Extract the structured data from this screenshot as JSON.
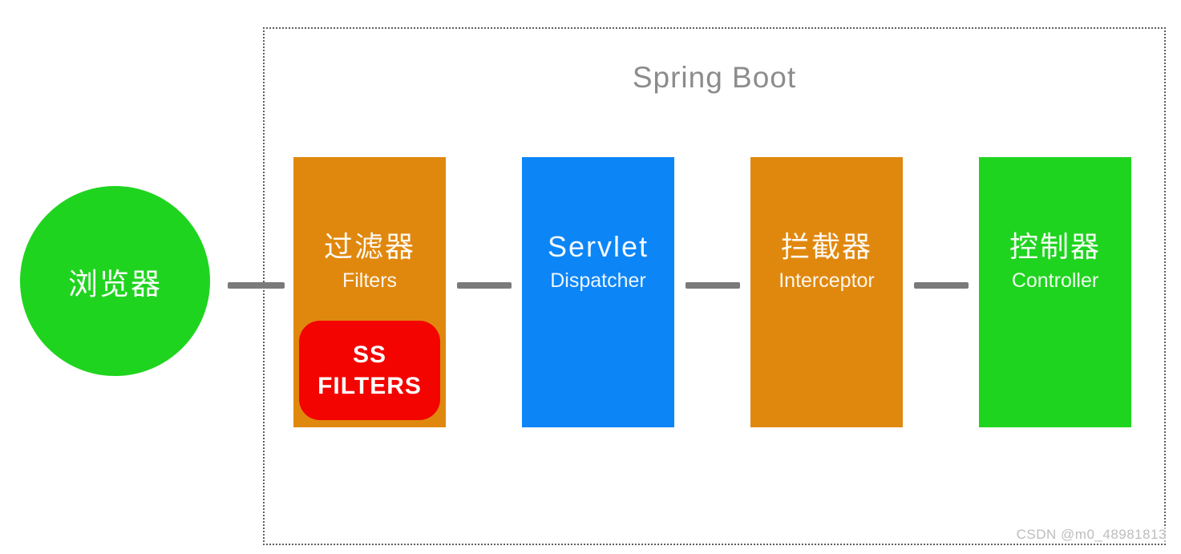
{
  "diagram": {
    "title": "Spring Boot",
    "title_color": "#8c8c8c",
    "border_color": "#5f5f5f",
    "connector_color": "#7a7a7a",
    "browser": {
      "label": "浏览器",
      "color": "#1fd41f"
    },
    "nodes": [
      {
        "id": "filters",
        "title": "过滤器",
        "subtitle": "Filters",
        "color": "#e0880e"
      },
      {
        "id": "servlet-dispatcher",
        "title": "Servlet",
        "subtitle": "Dispatcher",
        "color": "#0c85f7"
      },
      {
        "id": "interceptor",
        "title": "拦截器",
        "subtitle": "Interceptor",
        "color": "#e0880e"
      },
      {
        "id": "controller",
        "title": "控制器",
        "subtitle": "Controller",
        "color": "#1fd41f"
      }
    ],
    "ss_filters_badge": {
      "line1": "SS",
      "line2": "FILTERS",
      "color": "#f30400"
    }
  },
  "watermark": {
    "text": "CSDN @m0_48981813",
    "color": "#bdbdbd"
  }
}
